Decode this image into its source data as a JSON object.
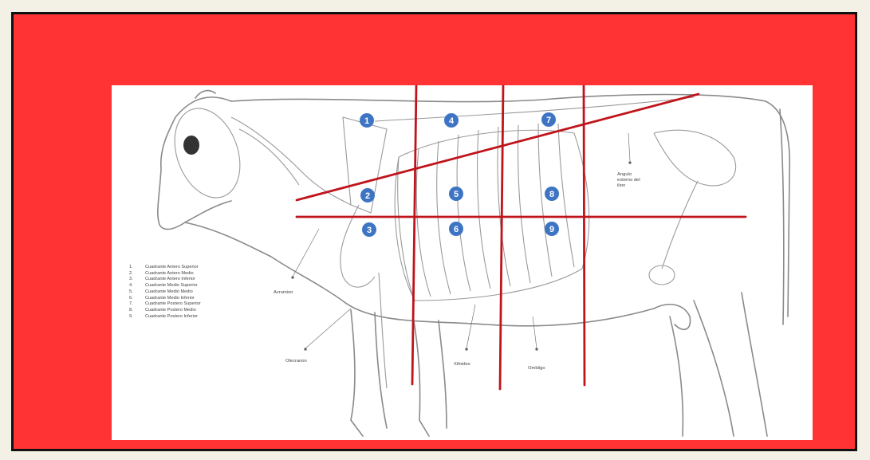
{
  "colors": {
    "frame_red": "#ff3333",
    "frame_border": "#111111",
    "outer_background": "#f3f1e6",
    "grid_line": "#c0141c",
    "marker_fill": "#3e74c4",
    "sketch": "#8a8a8a"
  },
  "quadrant_markers": [
    "1",
    "2",
    "3",
    "4",
    "5",
    "6",
    "7",
    "8",
    "9"
  ],
  "legend": [
    {
      "num": "1.",
      "text": "Cuadrante Antero Superior"
    },
    {
      "num": "2.",
      "text": "Cuadrante Antero Medio"
    },
    {
      "num": "3.",
      "text": "Cuadrante Antero Inferior"
    },
    {
      "num": "4.",
      "text": "Cuadrante Medio Superior"
    },
    {
      "num": "5.",
      "text": "Cuadrante Medio Medio"
    },
    {
      "num": "6.",
      "text": "Cuadrante Medio Inferior"
    },
    {
      "num": "7.",
      "text": "Cuadrante Postero Superior"
    },
    {
      "num": "8.",
      "text": "Cuadrante Postero Medio"
    },
    {
      "num": "9.",
      "text": "Cuadrante Postero Inferior"
    }
  ],
  "annotations": {
    "acromion": "Acromion",
    "olecranon": "Olecranon",
    "xiphoid": "Xifoides",
    "navel": "Ombligo",
    "ilium_angle": [
      "Angulo",
      "externo del",
      "ilion"
    ]
  }
}
